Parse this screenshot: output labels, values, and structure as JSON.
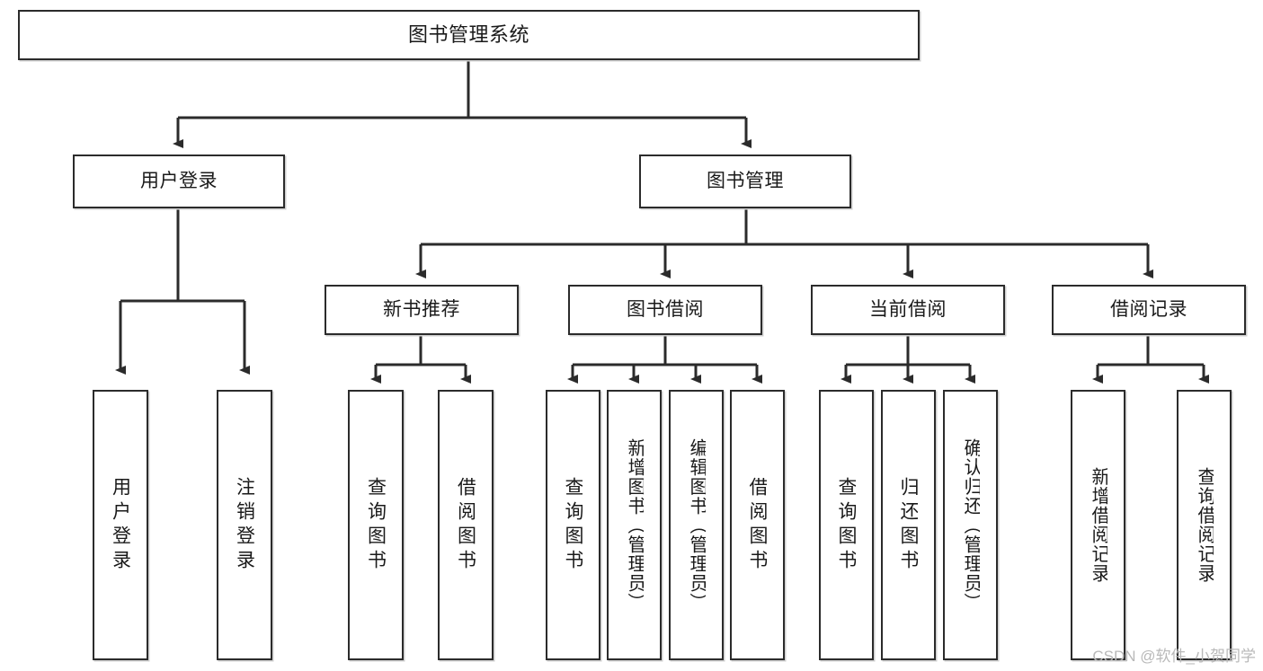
{
  "diagram": {
    "title": "图书管理系统",
    "type": "tree-hierarchy",
    "watermark": "CSDN @软件_小贺同学",
    "colors": {
      "box_border": "#2b2b2b",
      "box_fill": "#ffffff",
      "edge": "#2b2b2b",
      "text": "#1a1a1a",
      "watermark": "#b9b9b9"
    },
    "nodes": {
      "root": {
        "label": "图书管理系统"
      },
      "level2": [
        {
          "label": "用户登录"
        },
        {
          "label": "图书管理"
        }
      ],
      "level3": [
        {
          "label": "新书推荐"
        },
        {
          "label": "图书借阅"
        },
        {
          "label": "当前借阅"
        },
        {
          "label": "借阅记录"
        }
      ],
      "leaves": {
        "user_login": [
          {
            "label": "用户登录"
          },
          {
            "label": "注销登录"
          }
        ],
        "new_book_recommend": [
          {
            "label": "查询图书"
          },
          {
            "label": "借阅图书"
          }
        ],
        "book_borrow": [
          {
            "label": "查询图书"
          },
          {
            "label": "新增图书（管理员）"
          },
          {
            "label": "编辑图书（管理员）"
          },
          {
            "label": "借阅图书"
          }
        ],
        "current_borrow": [
          {
            "label": "查询图书"
          },
          {
            "label": "归还图书"
          },
          {
            "label": "确认归还（管理员）"
          }
        ],
        "borrow_record": [
          {
            "label": "新增借阅记录"
          },
          {
            "label": "查询借阅记录"
          }
        ]
      }
    }
  }
}
